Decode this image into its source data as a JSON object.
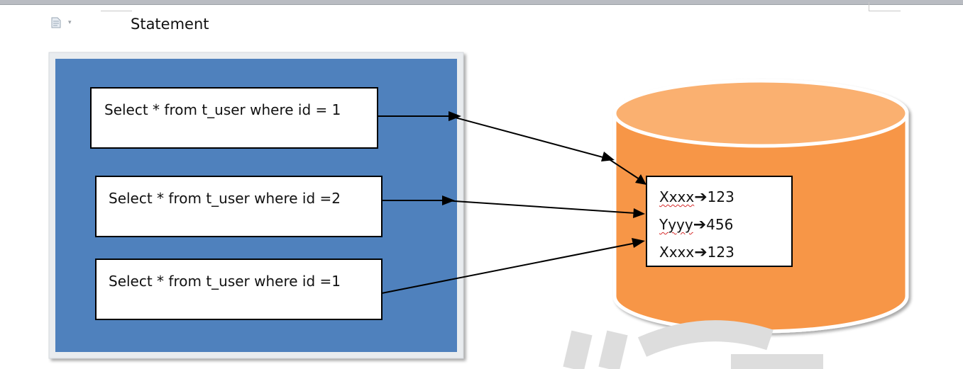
{
  "heading": "Statement",
  "colors": {
    "panel": "#4f81bd",
    "panel_frame": "#e9ecef",
    "db_body": "#f79646",
    "db_top": "#fab070",
    "box_fill": "#ffffff",
    "stroke": "#000000",
    "spell_underline": "#d62c2c"
  },
  "queries": [
    {
      "text": "Select * from t_user where id = 1"
    },
    {
      "text": "Select * from t_user where id =2"
    },
    {
      "text": "Select * from t_user where id =1"
    }
  ],
  "cache_records": [
    {
      "key": "Xxxx",
      "arrow": "➔",
      "value": "123"
    },
    {
      "key": "Yyyy",
      "arrow": "➔",
      "value": "456"
    },
    {
      "key": "Xxxx",
      "arrow": "➔",
      "value": "123"
    }
  ],
  "icons": {
    "doc": "document-icon",
    "caret": "dropdown-caret-icon"
  }
}
